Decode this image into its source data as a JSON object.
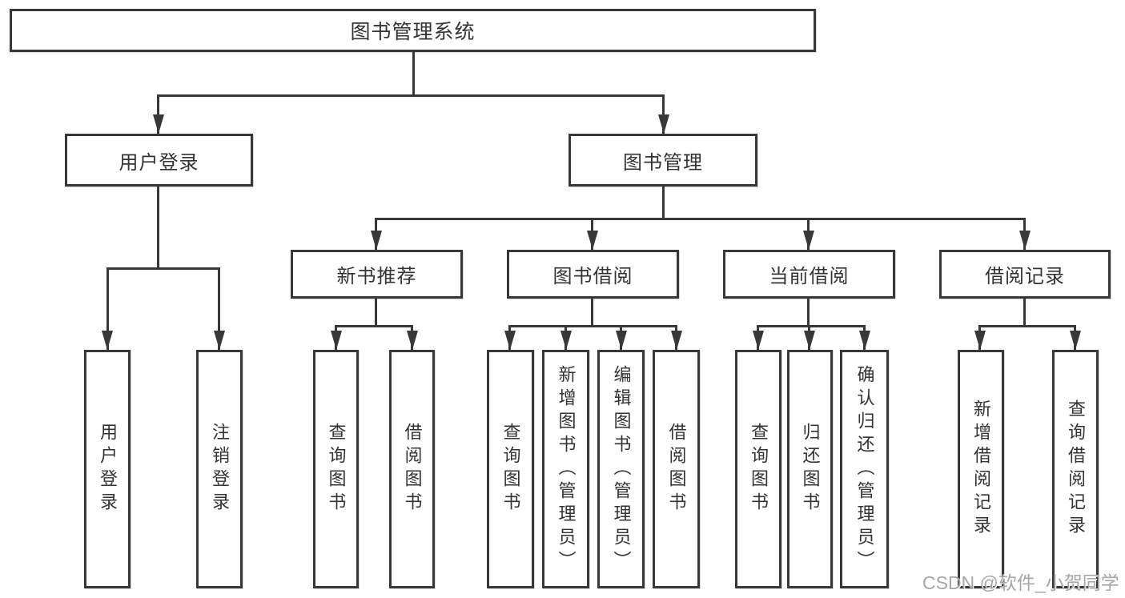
{
  "colors": {
    "line": "#383838",
    "text": "#333333",
    "watermark": "#a6a6a6",
    "background": "#ffffff"
  },
  "watermark": "CSDN @软件_小贺同学",
  "tree": {
    "root": {
      "label": "图书管理系统"
    },
    "level2": [
      {
        "label": "用户登录"
      },
      {
        "label": "图书管理"
      }
    ],
    "level3": [
      {
        "label": "新书推荐"
      },
      {
        "label": "图书借阅"
      },
      {
        "label": "当前借阅"
      },
      {
        "label": "借阅记录"
      }
    ],
    "leaves": {
      "user_login": [
        {
          "label": "用户登录"
        },
        {
          "label": "注销登录"
        }
      ],
      "new_book": [
        {
          "label": "查询图书"
        },
        {
          "label": "借阅图书"
        }
      ],
      "book_borrow": [
        {
          "label": "查询图书"
        },
        {
          "label": "新增图书（管理员）"
        },
        {
          "label": "编辑图书（管理员）"
        },
        {
          "label": "借阅图书"
        }
      ],
      "current_borrow": [
        {
          "label": "查询图书"
        },
        {
          "label": "归还图书"
        },
        {
          "label": "确认归还（管理员）"
        }
      ],
      "borrow_record": [
        {
          "label": "新增借阅记录"
        },
        {
          "label": "查询借阅记录"
        }
      ]
    }
  }
}
